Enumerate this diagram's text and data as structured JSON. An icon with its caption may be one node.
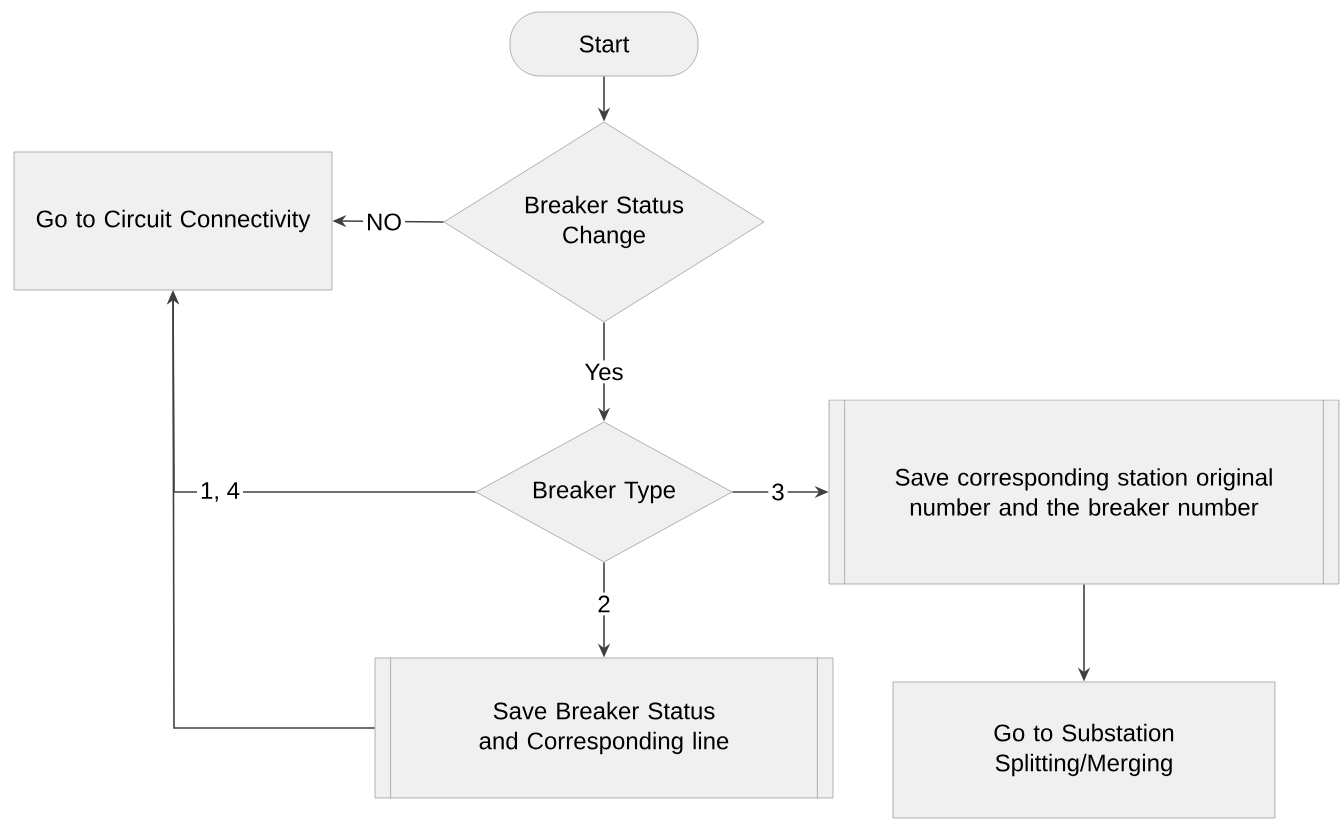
{
  "diagram": {
    "nodes": [
      {
        "text": [
          "Start"
        ]
      },
      {
        "text": [
          "Breaker Status Change"
        ]
      },
      {
        "text": [
          "Go to Circuit Connectivity"
        ]
      },
      {
        "text": [
          "Breaker Type"
        ]
      },
      {
        "text": [
          "Save corresponding station original number and the breaker number"
        ]
      },
      {
        "text": [
          "Save Breaker Status and Corresponding line"
        ]
      },
      {
        "text": [
          "Go to Substation Splitting/Merging"
        ]
      }
    ],
    "edges": [
      {
        "from": 0,
        "to": 1,
        "arrow": "to"
      },
      {
        "from": 1,
        "to": 2,
        "arrow": "to",
        "label": "NO"
      },
      {
        "from": 1,
        "to": 3,
        "arrow": "to",
        "label": "Yes"
      },
      {
        "from": 3,
        "to": 4,
        "arrow": "to",
        "label": "3"
      },
      {
        "from": 3,
        "to": 2,
        "arrow": "to",
        "label": "1, 4"
      },
      {
        "from": 3,
        "to": 5,
        "arrow": "to",
        "label": "2"
      },
      {
        "from": 4,
        "to": 6,
        "arrow": "to"
      },
      {
        "from": 5,
        "to": 2,
        "arrow": "to"
      }
    ]
  }
}
